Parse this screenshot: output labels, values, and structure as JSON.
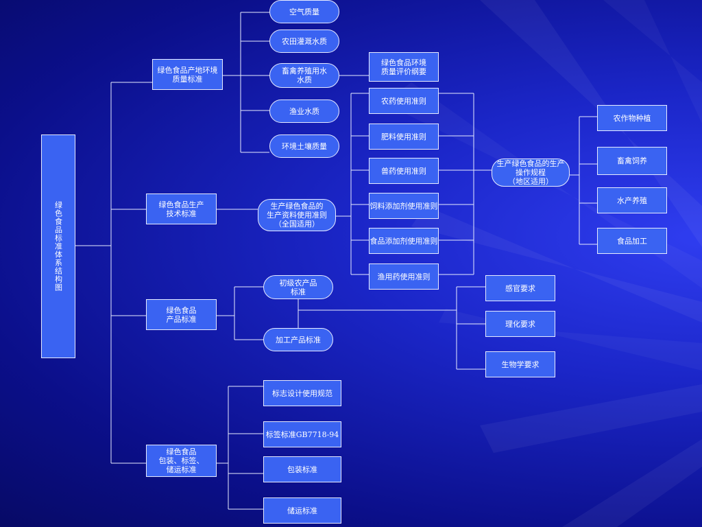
{
  "root": "绿色食品标准体系结构图",
  "branches": {
    "env_standard": "绿色食品产地环境\n质量标准",
    "tech_standard": "绿色食品生产\n技术标准",
    "product_standard": "绿色食品\n产品标准",
    "packaging_standard": "绿色食品\n包装、标签、\n储运标准"
  },
  "env_items": [
    "空气质量",
    "农田灌溉水质",
    "畜禽养殖用水\n水质",
    "渔业水质",
    "环境土壤质量"
  ],
  "env_outline": "绿色食品环境\n质量评价纲要",
  "materials_rule": "生产绿色食品的\n生产资料使用准则\n（全国适用）",
  "material_items": [
    "农药使用准则",
    "肥料使用准则",
    "兽药使用准则",
    "饲料添加剂使用准则",
    "食品添加剂使用准则",
    "渔用药使用准则"
  ],
  "operation_rule": "生产绿色食品的生产\n操作规程\n（地区适用）",
  "operation_items": [
    "农作物种植",
    "畜禽饲养",
    "水产养殖",
    "食品加工"
  ],
  "product_items": [
    "初级农产品\n标准",
    "加工产品标准"
  ],
  "requirement_items": [
    "感官要求",
    "理化要求",
    "生物学要求"
  ],
  "packaging_items": [
    "标志设计使用规范",
    "标签标准GB7718-94",
    "包装标准",
    "储运标准"
  ],
  "colors": {
    "box": "#3a63f2",
    "border": "#e8ecff",
    "background": "#1b26c8"
  }
}
